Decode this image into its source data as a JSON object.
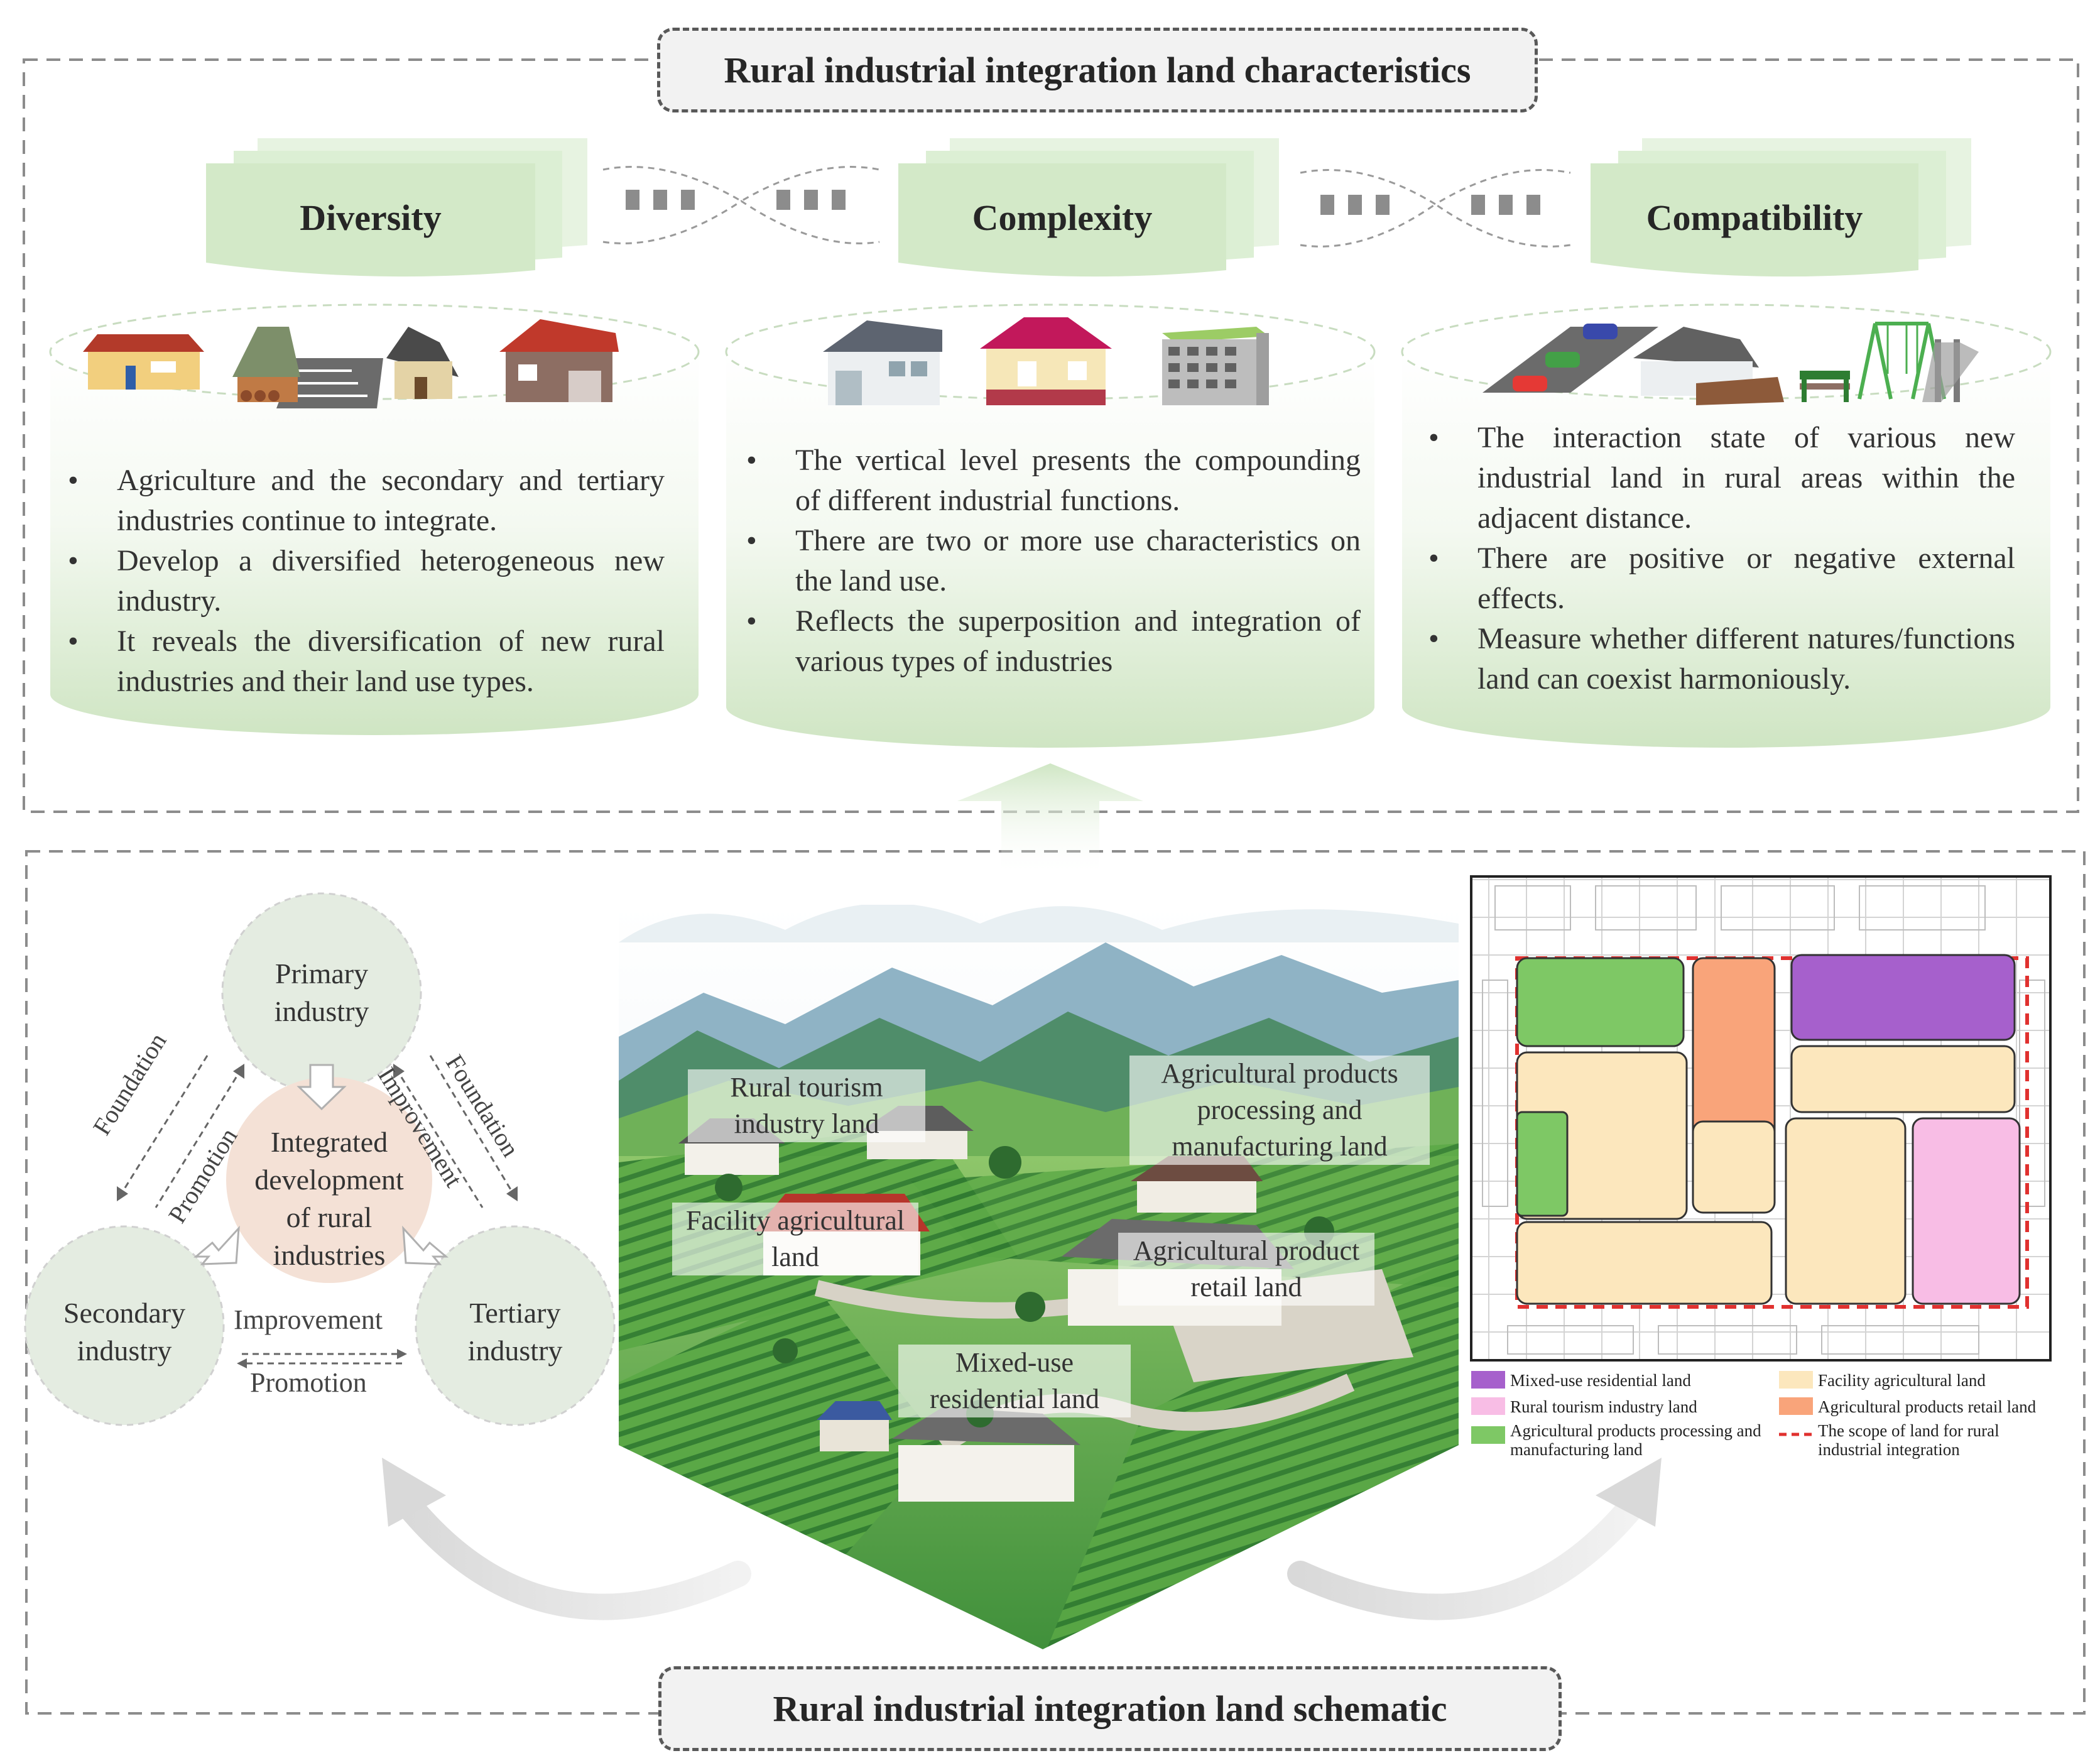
{
  "top_section": {
    "title": "Rural industrial integration land characteristics",
    "characteristics": [
      {
        "name": "Diversity",
        "bullets": [
          "Agriculture and the secondary and tertiary industries continue to integrate.",
          "Develop a diversified heterogeneous new industry.",
          "It reveals the diversification of new rural industries and their land use types."
        ]
      },
      {
        "name": "Complexity",
        "bullets": [
          "The vertical level presents the compounding of different industrial functions.",
          "There are two or more use characteristics on the land use.",
          "Reflects the superposition and integration of various types of industries"
        ]
      },
      {
        "name": "Compatibility",
        "bullets": [
          "The interaction state of various new industrial land in rural areas within the adjacent distance.",
          "There are positive or negative external effects.",
          "Measure whether different natures/functions land can coexist harmoniously."
        ]
      }
    ]
  },
  "bottom_section": {
    "title": "Rural industrial integration land schematic",
    "cycle": {
      "primary": "Primary industry",
      "secondary": "Secondary industry",
      "tertiary": "Tertiary industry",
      "center": "Integrated development of rural industries",
      "labels": {
        "left_foundation": "Foundation",
        "left_promotion": "Promotion",
        "right_improvement": "Improvement",
        "right_foundation": "Foundation",
        "bottom_improvement": "Improvement",
        "bottom_promotion": "Promotion"
      }
    },
    "photo_labels": {
      "rural_tourism": "Rural tourism industry land",
      "agri_processing": "Agricultural products processing and manufacturing land",
      "facility_agri": "Facility agricultural land",
      "agri_retail": "Agricultural product retail land",
      "mixed_use": "Mixed-use residential land"
    },
    "legend": [
      {
        "label": "Mixed-use residential land",
        "color": "#a660cc"
      },
      {
        "label": "Facility agricultural land",
        "color": "#fce7bd"
      },
      {
        "label": "Rural tourism industry land",
        "color": "#f8bde5"
      },
      {
        "label": "Agricultural products retail land",
        "color": "#f9a47a"
      },
      {
        "label": "Agricultural products processing and manufacturing land",
        "color": "#7ec865"
      },
      {
        "label": "The scope of land for rural industrial integration",
        "color": "#e0312f"
      }
    ]
  },
  "colors": {
    "banner_green": "#dff0d8",
    "circle_green": "#e4ece1",
    "center_peach": "#f4e1d6",
    "dash_gray": "#8c8c8c"
  }
}
